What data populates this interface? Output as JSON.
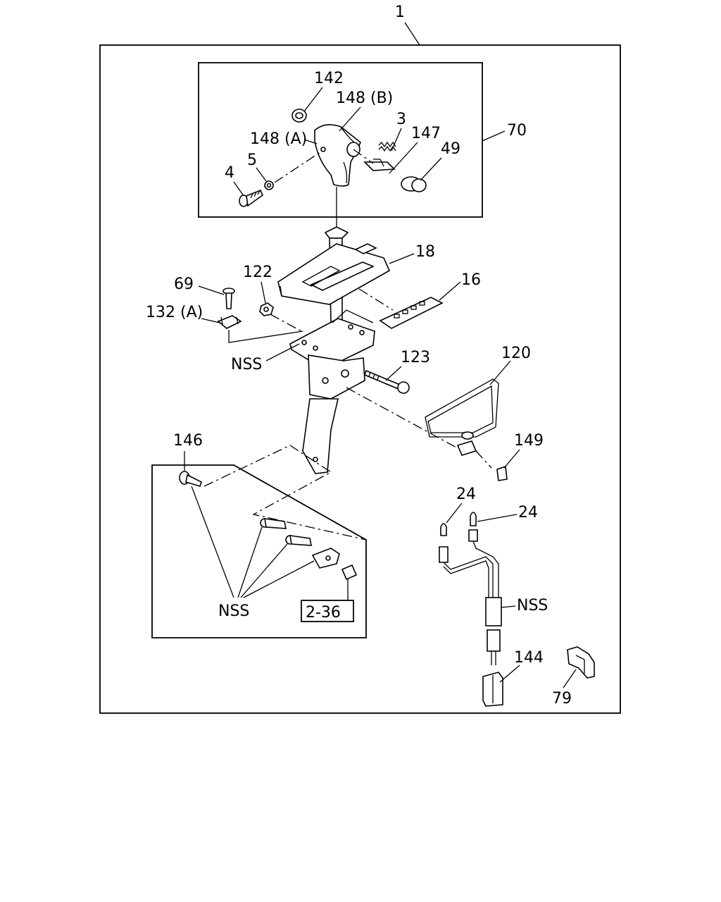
{
  "assembly_number": "1",
  "labels": {
    "p142": "142",
    "p148b": "148 (B)",
    "p148a": "148 (A)",
    "p3": "3",
    "p147": "147",
    "p70": "70",
    "p49": "49",
    "p5": "5",
    "p4": "4",
    "p18": "18",
    "p69": "69",
    "p122": "122",
    "p16": "16",
    "p132a": "132 (A)",
    "nss_bracket": "NSS",
    "p123": "123",
    "p120": "120",
    "p146": "146",
    "p149": "149",
    "p24a": "24",
    "p24b": "24",
    "nss_hardware": "NSS",
    "ref_box": "2-36",
    "nss_cable": "NSS",
    "p144": "144",
    "p79": "79"
  }
}
